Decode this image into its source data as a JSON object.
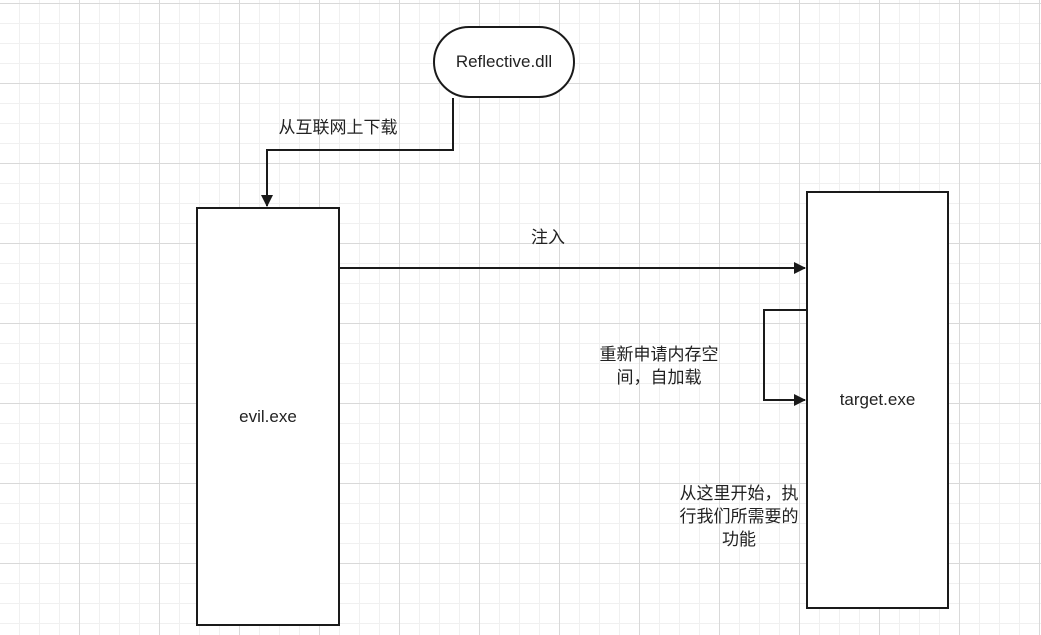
{
  "nodes": {
    "reflective_dll": "Reflective.dll",
    "evil_exe": "evil.exe",
    "target_exe": "target.exe"
  },
  "edges": {
    "download_label": "从互联网上下载",
    "inject_label": "注入",
    "realloc_label_line1": "重新申请内存空",
    "realloc_label_line2": "间，自加载",
    "exec_label_line1": "从这里开始，执",
    "exec_label_line2": "行我们所需要的",
    "exec_label_line3": "功能"
  },
  "colors": {
    "stroke": "#1a1a1a",
    "grid_major": "#d9d9d9",
    "grid_minor": "#f0f0f0",
    "background": "#ffffff"
  }
}
